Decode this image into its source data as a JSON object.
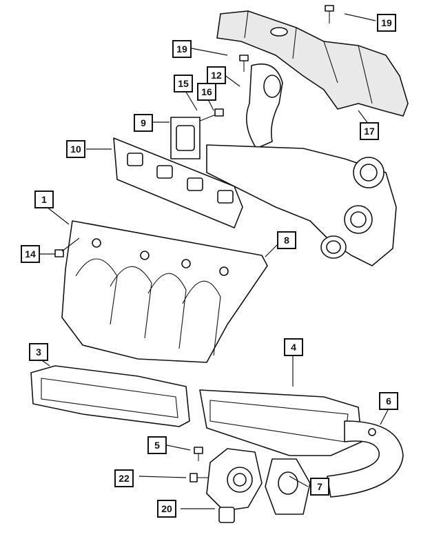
{
  "callouts": {
    "c19a": "19",
    "c19b": "19",
    "c12": "12",
    "c15": "15",
    "c16": "16",
    "c9": "9",
    "c17": "17",
    "c10": "10",
    "c1": "1",
    "c14": "14",
    "c8": "8",
    "c3": "3",
    "c4": "4",
    "c6": "6",
    "c5": "5",
    "c22": "22",
    "c7": "7",
    "c20": "20"
  }
}
